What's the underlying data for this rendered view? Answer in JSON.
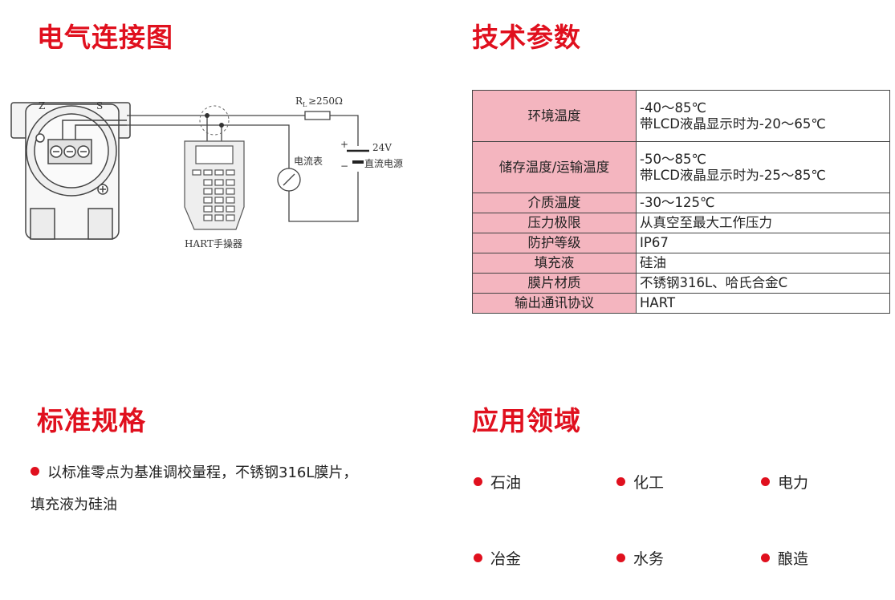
{
  "sections": {
    "wiring": {
      "title": "电气连接图"
    },
    "specs": {
      "title": "技术参数"
    },
    "standard": {
      "title": "标准规格"
    },
    "applications": {
      "title": "应用领域"
    }
  },
  "diagram": {
    "resistor_label_r": "R",
    "resistor_label_sub": "L",
    "resistor_label_value": "≥250Ω",
    "ammeter_label": "电流表",
    "supply_voltage": "24V",
    "supply_label": "直流电源",
    "plus_sign": "+",
    "minus_sign": "−",
    "handheld_label": "HART手操器",
    "terminal_z": "Z",
    "terminal_s": "S"
  },
  "specs_table": [
    {
      "key": "环境温度",
      "lines": [
        "-40～85℃",
        "带LCD液晶显示时为-20～65℃"
      ]
    },
    {
      "key": "储存温度/运输温度",
      "lines": [
        "-50～85℃",
        "带LCD液晶显示时为-25～85℃"
      ]
    },
    {
      "key": "介质温度",
      "lines": [
        "-30～125℃"
      ]
    },
    {
      "key": "压力极限",
      "lines": [
        "从真空至最大工作压力"
      ]
    },
    {
      "key": "防护等级",
      "lines": [
        "IP67"
      ]
    },
    {
      "key": "填充液",
      "lines": [
        "硅油"
      ]
    },
    {
      "key": "膜片材质",
      "lines": [
        "不锈钢316L、哈氏合金C"
      ]
    },
    {
      "key": "输出通讯协议",
      "lines": [
        "HART"
      ]
    }
  ],
  "standard_text_line1": "以标准零点为基准调校量程，不锈钢316L膜片，",
  "standard_text_line2": "填充液为硅油",
  "applications": [
    "石油",
    "化工",
    "电力",
    "冶金",
    "水务",
    "酿造"
  ],
  "colors": {
    "accent": "#e0101e",
    "table_key_bg": "#f4b5bf"
  }
}
